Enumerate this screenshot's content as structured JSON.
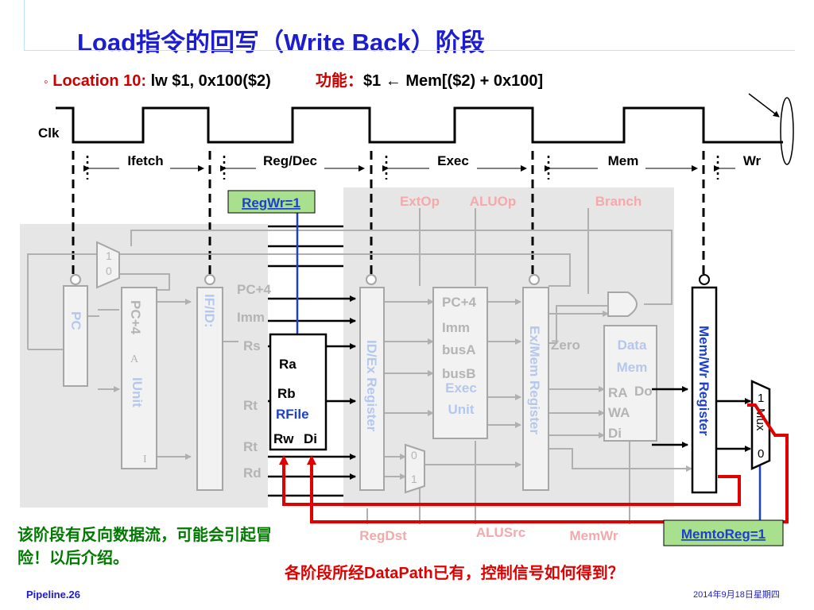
{
  "slide": {
    "title": "Load指令的回写（Write Back）阶段",
    "bullet": "◦",
    "location_label": "Location 10:",
    "instruction": "lw  $1, 0x100($2)",
    "function_label": "功能：",
    "function_lhs": "$1",
    "function_arrow": "←",
    "function_rhs": "Mem[($2) +  0x100]",
    "note_left": "该阶段有反向数据流，可能会引起冒险！以后介绍。",
    "note_bottom": "各阶段所经DataPath已有，控制信号如何得到？",
    "footer_left": "Pipeline.26",
    "footer_right": "2014年9月18日星期四"
  },
  "timing": {
    "clk_label": "Clk",
    "stages": [
      "Ifetch",
      "Reg/Dec",
      "Exec",
      "Mem",
      "Wr"
    ]
  },
  "control_signals": {
    "regwr": "RegWr=1",
    "extop": "ExtOp",
    "aluop": "ALUOp",
    "branch": "Branch",
    "regdst": "RegDst",
    "alusrc": "ALUSrc",
    "memwr": "MemWr",
    "memtoreg": "MemtoReg=1"
  },
  "datapath": {
    "pc": "PC",
    "pc4_block": "PC+4",
    "iunit": "IUnit",
    "iunit_a": "A",
    "iunit_i": "I",
    "ifid": "IF/ID:",
    "ifid_pc4": "PC+4",
    "ifid_imm": "Imm",
    "ifid_rs": "Rs",
    "ifid_rt1": "Rt",
    "ifid_rt2": "Rt",
    "ifid_rd": "Rd",
    "rfile_ra": "Ra",
    "rfile_rb": "Rb",
    "rfile_name": "RFile",
    "rfile_rw": "Rw",
    "rfile_di": "Di",
    "idex": "ID/Ex Register",
    "ex_pc4": "PC+4",
    "ex_imm": "Imm",
    "ex_busa": "busA",
    "ex_busb": "busB",
    "exec_unit": "Exec Unit",
    "exmem": "Ex/Mem Register",
    "zero": "Zero",
    "data_mem": "Data Mem",
    "dm_ra": "RA",
    "dm_do": "Do",
    "dm_wa": "WA",
    "dm_di": "Di",
    "memwr_reg": "Mem/Wr Register",
    "mux_label": "Mux",
    "mux_1": "1",
    "mux_0": "0",
    "pcmux_1": "1",
    "pcmux_0": "0",
    "dstmux_0": "0",
    "dstmux_1": "1"
  }
}
